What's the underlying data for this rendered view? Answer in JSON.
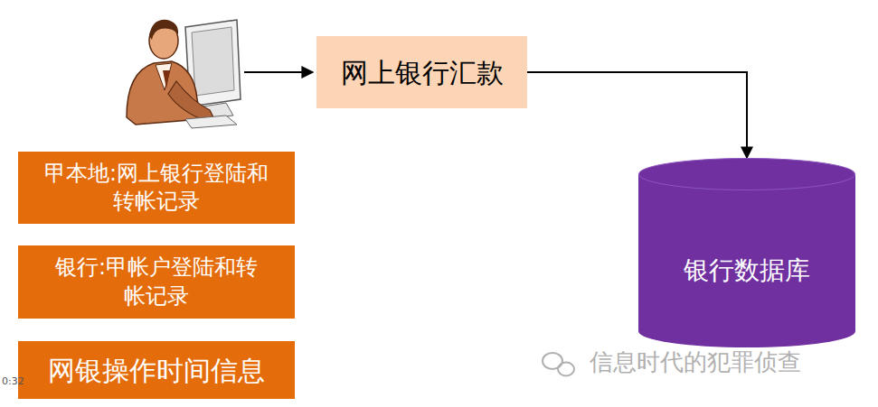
{
  "diagram": {
    "nodes": [
      {
        "text": [
          "网上银行汇款"
        ]
      },
      {
        "text": [
          "甲本地:网上银行登陆和转帐记录"
        ]
      },
      {
        "text": [
          "银行:甲帐户登陆和转帐记录"
        ]
      },
      {
        "text": [
          "网银操作时间信息"
        ]
      },
      {
        "text": [
          "银行数据库"
        ]
      }
    ],
    "edges": [
      {
        "from": 0,
        "to": 4,
        "arrow": "to"
      }
    ],
    "labels": [
      "信息时代的犯罪侦查",
      "0:32"
    ]
  }
}
